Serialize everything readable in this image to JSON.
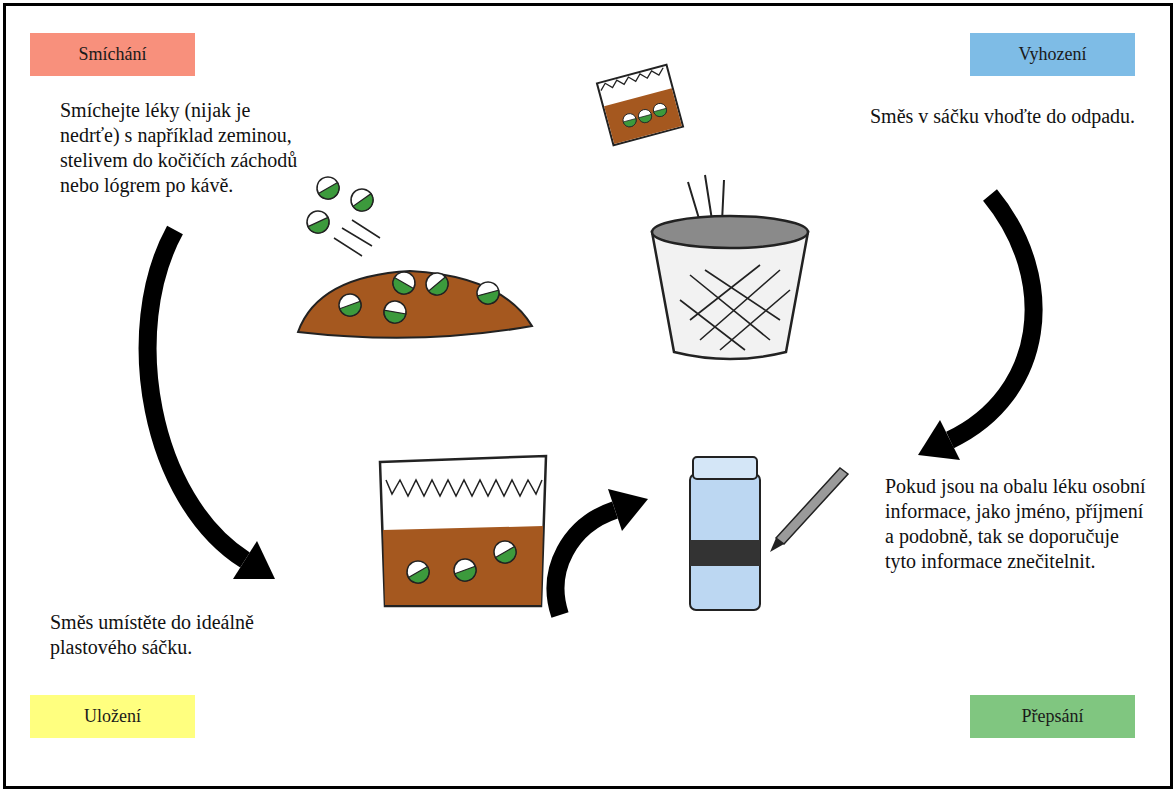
{
  "diagram": {
    "nodes": [
      {
        "text": [
          "Smíchání"
        ]
      },
      {
        "text": [
          "Vyhození"
        ]
      },
      {
        "text": [
          "Uložení"
        ]
      },
      {
        "text": [
          "Přepsání"
        ]
      }
    ],
    "labels": [
      "Smíchejte léky (nijak je nedrťe) s například zeminou, stelivem do kočičích záchodů nebo lógrem po kávě.",
      "Směs v sáčku vhoďte do odpadu.",
      "Směs umístěte do ideálně plastového sáčku.",
      "Pokud jsou na obalu léku osobní informace, jako jméno, příjmení a podobně, tak se doporučuje tyto informace znečitelnit."
    ]
  }
}
